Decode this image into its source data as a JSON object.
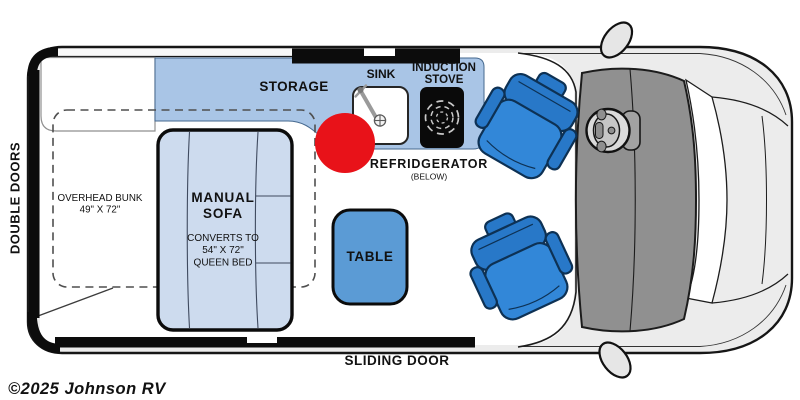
{
  "plan": {
    "double_doors": "DOUBLE DOORS",
    "sliding_door": "SLIDING DOOR",
    "storage": "STORAGE",
    "sink": "SINK",
    "induction_1": "INDUCTION",
    "induction_2": "STOVE",
    "fridge": "REFRIDGERATOR",
    "fridge_sub": "(BELOW)",
    "bunk_1": "OVERHEAD BUNK",
    "bunk_2": "49\" X 72\"",
    "sofa_1": "MANUAL",
    "sofa_2": "SOFA",
    "sofa_sub_1": "CONVERTS TO",
    "sofa_sub_2": "54\" X 72\"",
    "sofa_sub_3": "QUEEN BED",
    "table": "TABLE"
  },
  "watermark": "©2025 Johnson RV",
  "colors": {
    "counter_blue": "#a9c5e6",
    "sofa_blue": "#cddbee",
    "table_blue": "#5b9bd5",
    "seat_blue": "#2b7ecf",
    "marker_red": "#e81219"
  },
  "icons": {
    "sink-faucet-icon": "faucet lever",
    "sink-drain-icon": "circled cross drain",
    "induction-burner-icon": "dashed concentric rings",
    "steering-wheel-icon": "top-view steering wheel",
    "side-mirror-icon": "door mirror ellipse",
    "location-marker-icon": "red dot marker"
  }
}
